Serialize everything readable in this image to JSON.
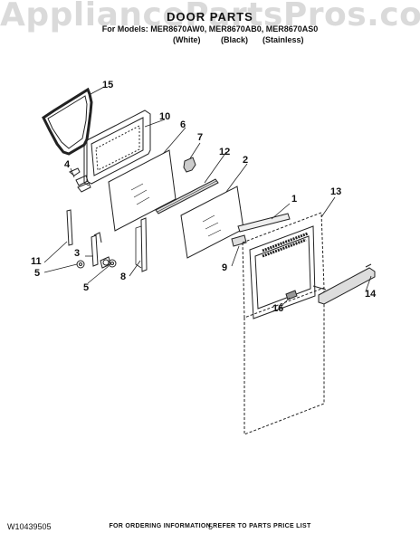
{
  "watermark": "AppliancePartsPros.com",
  "header": {
    "title": "DOOR PARTS",
    "models_line": "For Models: MER8670AW0, MER8670AB0, MER8670AS0",
    "variants": [
      "(White)",
      "(Black)",
      "(Stainless)"
    ]
  },
  "callouts": [
    "1",
    "2",
    "3",
    "4",
    "5",
    "5",
    "6",
    "7",
    "8",
    "9",
    "10",
    "11",
    "12",
    "13",
    "14",
    "15",
    "16"
  ],
  "footer": {
    "note": "FOR ORDERING INFORMATION REFER TO PARTS PRICE LIST",
    "doc_number": "W10439505",
    "page": "5"
  }
}
